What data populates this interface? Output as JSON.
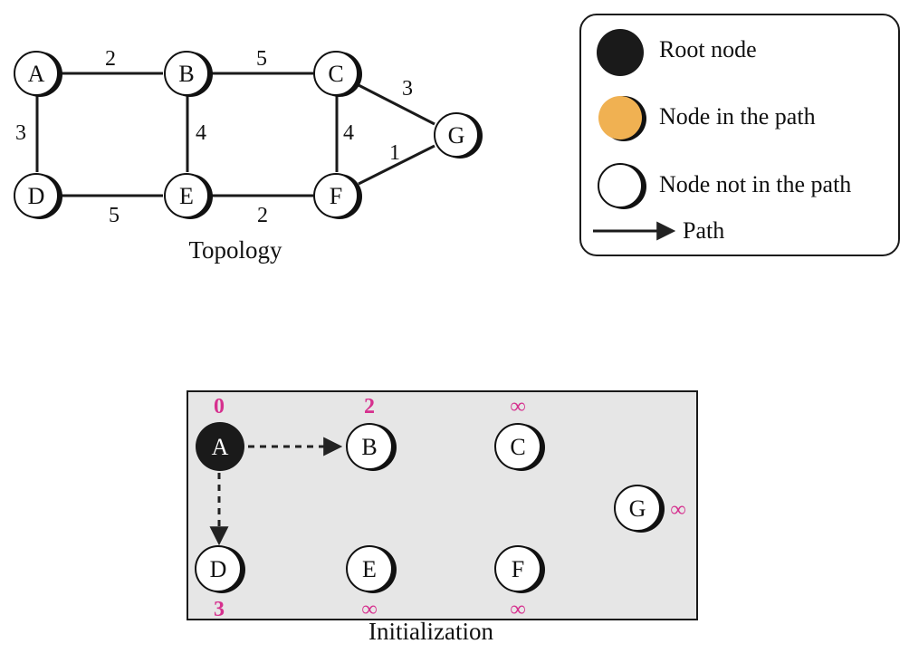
{
  "topology": {
    "caption": "Topology",
    "nodes": [
      {
        "id": "A",
        "label": "A"
      },
      {
        "id": "B",
        "label": "B"
      },
      {
        "id": "C",
        "label": "C"
      },
      {
        "id": "D",
        "label": "D"
      },
      {
        "id": "E",
        "label": "E"
      },
      {
        "id": "F",
        "label": "F"
      },
      {
        "id": "G",
        "label": "G"
      }
    ],
    "edges": [
      {
        "from": "A",
        "to": "B",
        "weight": "2"
      },
      {
        "from": "B",
        "to": "C",
        "weight": "5"
      },
      {
        "from": "A",
        "to": "D",
        "weight": "3"
      },
      {
        "from": "B",
        "to": "E",
        "weight": "4"
      },
      {
        "from": "C",
        "to": "F",
        "weight": "4"
      },
      {
        "from": "C",
        "to": "G",
        "weight": "3"
      },
      {
        "from": "F",
        "to": "G",
        "weight": "1"
      },
      {
        "from": "D",
        "to": "E",
        "weight": "5"
      },
      {
        "from": "E",
        "to": "F",
        "weight": "2"
      }
    ]
  },
  "legend": {
    "root_label": "Root node",
    "in_path_label": "Node in the path",
    "not_in_path_label": "Node not in the path",
    "path_label": "Path",
    "colors": {
      "root": "#1a1a1a",
      "in_path": "#f0b152",
      "not_in_path": "#ffffff"
    }
  },
  "initialization": {
    "caption": "Initialization",
    "root": "A",
    "nodes": [
      {
        "id": "A",
        "label": "A",
        "distance": "0"
      },
      {
        "id": "B",
        "label": "B",
        "distance": "2"
      },
      {
        "id": "C",
        "label": "C",
        "distance": "∞"
      },
      {
        "id": "D",
        "label": "D",
        "distance": "3"
      },
      {
        "id": "E",
        "label": "E",
        "distance": "∞"
      },
      {
        "id": "F",
        "label": "F",
        "distance": "∞"
      },
      {
        "id": "G",
        "label": "G",
        "distance": "∞"
      }
    ],
    "paths": [
      {
        "from": "A",
        "to": "B"
      },
      {
        "from": "A",
        "to": "D"
      }
    ],
    "colors": {
      "panel_bg": "#e6e6e6",
      "distance": "#d6308e"
    }
  }
}
